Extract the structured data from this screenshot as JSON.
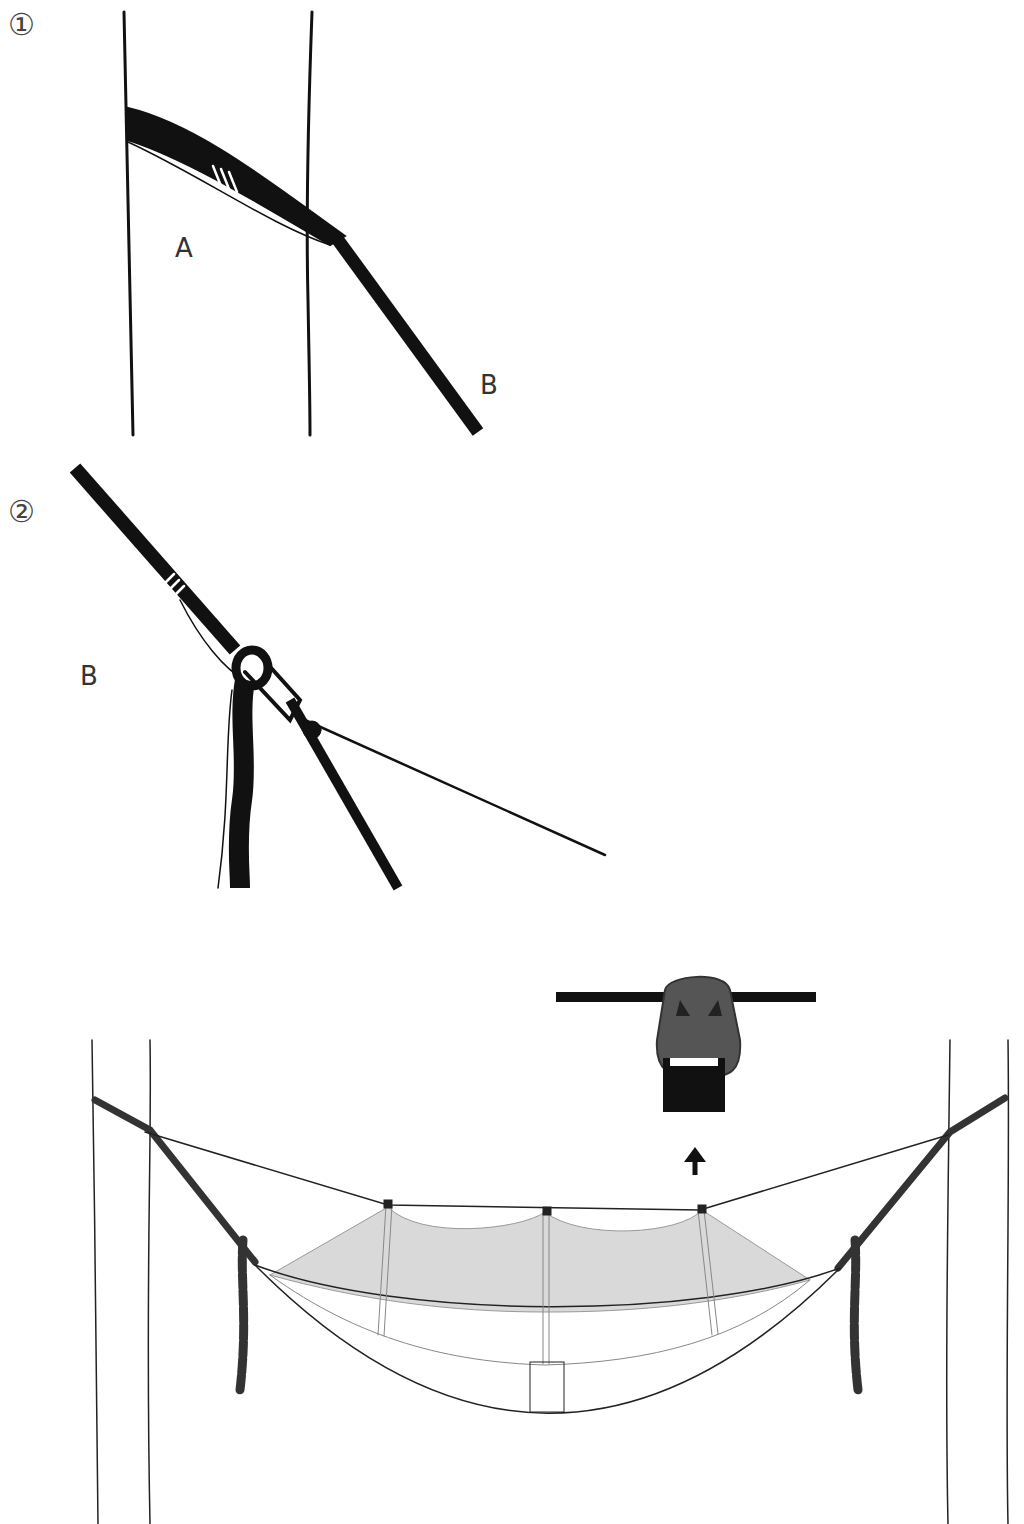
{
  "diagram": {
    "labels": [
      "①",
      "A",
      "B",
      "②",
      "B"
    ]
  }
}
